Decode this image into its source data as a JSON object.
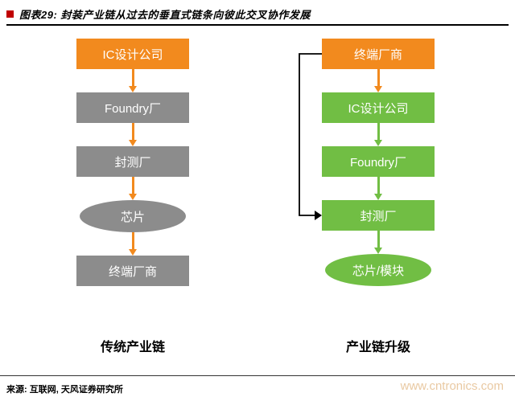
{
  "header": {
    "title": "图表29: 封装产业链从过去的垂直式链条向彼此交叉协作发展"
  },
  "left_chart": {
    "caption": "传统产业链",
    "nodes": [
      {
        "label": "IC设计公司",
        "shape": "box",
        "color": "#F28A1E"
      },
      {
        "label": "Foundry厂",
        "shape": "box",
        "color": "#8C8C8C"
      },
      {
        "label": "封测厂",
        "shape": "box",
        "color": "#8C8C8C"
      },
      {
        "label": "芯片",
        "shape": "ellipse",
        "color": "#8C8C8C"
      },
      {
        "label": "终端厂商",
        "shape": "box",
        "color": "#8C8C8C"
      }
    ],
    "arrow_colors": [
      "#F28A1E",
      "#F28A1E",
      "#F28A1E",
      "#F28A1E"
    ]
  },
  "right_chart": {
    "caption": "产业链升级",
    "nodes": [
      {
        "label": "终端厂商",
        "shape": "box",
        "color": "#F28A1E"
      },
      {
        "label": "IC设计公司",
        "shape": "box",
        "color": "#71BE44"
      },
      {
        "label": "Foundry厂",
        "shape": "box",
        "color": "#71BE44"
      },
      {
        "label": "封测厂",
        "shape": "box",
        "color": "#71BE44"
      },
      {
        "label": "芯片/模块",
        "shape": "ellipse",
        "color": "#71BE44"
      }
    ],
    "arrow_colors": [
      "#F28A1E",
      "#71BE44",
      "#71BE44",
      "#71BE44"
    ],
    "feedback_arrow": "终端厂商→封测厂"
  },
  "footer": {
    "source": "来源: 互联网, 天风证券研究所",
    "watermark": "www.cntronics.com"
  },
  "colors": {
    "orange": "#F28A1E",
    "gray": "#8C8C8C",
    "green": "#71BE44",
    "bullet_red": "#C00000",
    "watermark": "#E9C9A2",
    "line_black": "#000000"
  }
}
